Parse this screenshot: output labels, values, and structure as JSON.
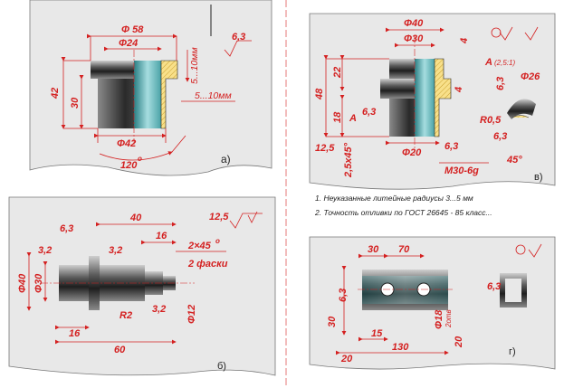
{
  "panels": {
    "a": {
      "label": "а)",
      "dims": {
        "d58": "Φ 58",
        "d24": "Φ24",
        "d42": "Φ42",
        "h42": "42",
        "h30": "30",
        "angle": "120",
        "angle_unit": "o",
        "rough": "6,3",
        "mm1": "5...10мм",
        "mm2": "5...10мм"
      }
    },
    "v": {
      "label": "в)",
      "dims": {
        "d40": "Φ40",
        "d30": "Φ30",
        "d20": "Φ20",
        "d26": "Φ26",
        "h48": "48",
        "h22": "22",
        "h18": "18",
        "h4a": "4",
        "h4b": "4",
        "h12_5": "12,5",
        "chamfer": "2,5x45°",
        "r05": "R0,5",
        "rough1": "6,3",
        "rough2": "6,3",
        "rough3": "6,3",
        "rough4": "6,3",
        "thread": "M30-6g",
        "detail": "A",
        "scale": "(2,5:1)",
        "angle45": "45°",
        "view_a": "A"
      }
    },
    "b": {
      "label": "б)",
      "dims": {
        "d40": "Φ40",
        "d30": "Φ30",
        "d12": "Φ12",
        "l40": "40",
        "l16a": "16",
        "l16b": "16",
        "l60": "60",
        "r2": "R2",
        "rough_main": "12,5",
        "rough1": "6,3",
        "rough2": "3,2",
        "rough3": "3,2",
        "rough4": "3,2",
        "chamfer": "2×45",
        "chamfer_unit": "o",
        "chamfer_count": "2 фаски"
      }
    },
    "g": {
      "label": "г)",
      "dims": {
        "l30": "30",
        "l70": "70",
        "l15": "15",
        "l130": "130",
        "l20a": "20",
        "l20b": "20",
        "h30": "30",
        "d18": "Φ18",
        "holes": "2отв",
        "rough1": "6,3",
        "rough2": "6,3"
      }
    }
  },
  "notes": {
    "line1": "1. Неуказанные литейные радиусы 3...5 мм",
    "line2": "2. Точность отливки по ГОСТ 26645 - 85 класс..."
  },
  "colors": {
    "dimension": "#d42020",
    "panel_bg": "#e8e8e8",
    "metal_dark": "#3a3a3a",
    "cyan": "#79c6c8",
    "hatch": "#f5d76e"
  }
}
